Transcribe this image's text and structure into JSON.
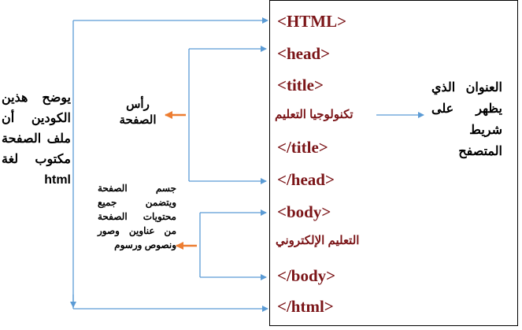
{
  "code_lines": [
    "<HTML>",
    "<head>",
    "<title>",
    "تكنولوجيا التعليم",
    "</title>",
    "</head>",
    "<body>",
    "التعليم الإلكتروني",
    "</body>",
    "</html>"
  ],
  "notes": {
    "left_note": "يوضح هذين الكودين أن ملف الصفحة مكتوب لغة html",
    "head_note": "رأس الصفحة",
    "body_note": "جسم الصفحة ويتضمن جميع محتويات الصفحة من عناوين وصور ونصوص ورسوم",
    "title_note": "العنوان الذي يظهر على شريط المتصفح"
  },
  "colors": {
    "code_text": "#7b1518",
    "connector_blue": "#5b9bd5",
    "pointer_orange": "#ed7d31"
  }
}
